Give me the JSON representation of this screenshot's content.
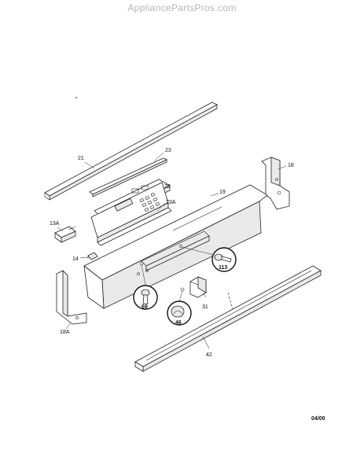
{
  "watermark": "AppliancePartsPros.com",
  "date_code": "04/00",
  "callouts": {
    "p21": "21",
    "p23": "23",
    "p20": "20",
    "p23a": "23A",
    "p18": "18",
    "p19": "19",
    "p13a": "13A",
    "p14": "14",
    "p113": "113",
    "p69": "69",
    "p31": "31",
    "p46": "46",
    "p18a": "18A",
    "p42": "42"
  }
}
